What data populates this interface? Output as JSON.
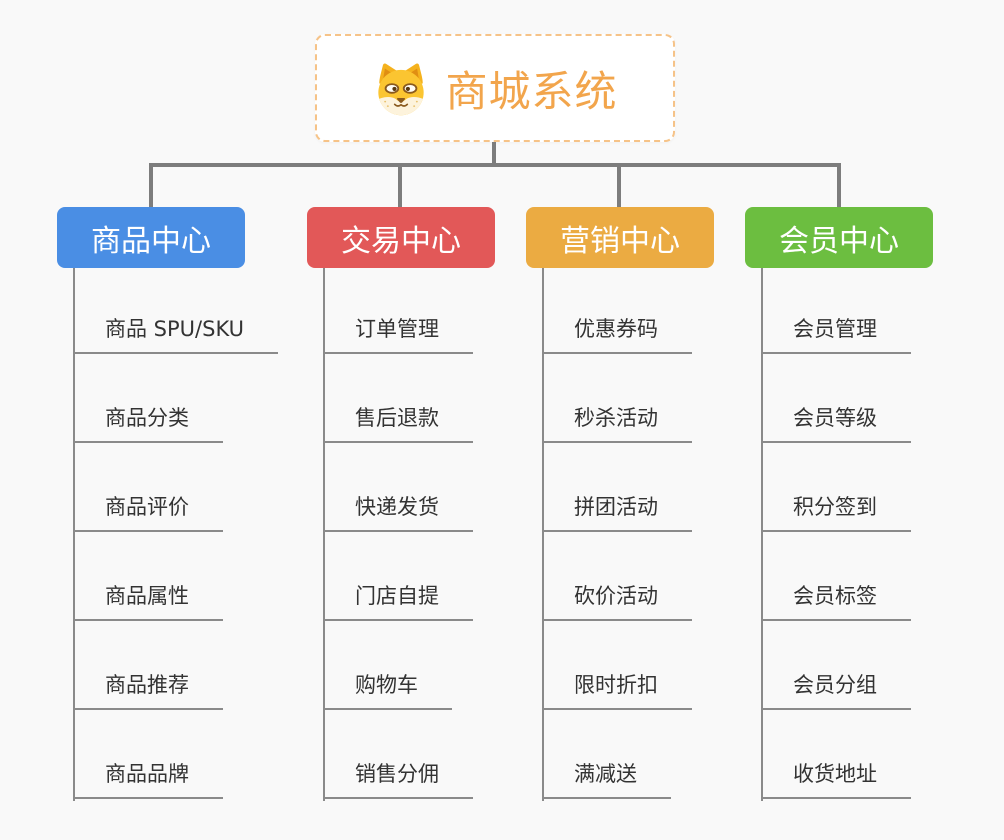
{
  "root": {
    "title": "商城系统",
    "icon": "dog-face-icon",
    "title_color": "#F2A54C",
    "border_color": "#F6C388"
  },
  "colors": {
    "background": "#F9F9F9",
    "connector": "#7D7D7D",
    "leaf_line": "#8A8A8A",
    "text": "#333333"
  },
  "columns": [
    {
      "id": "product-center",
      "label": "商品中心",
      "color": "#4A8EE4",
      "items": [
        "商品 SPU/SKU",
        "商品分类",
        "商品评价",
        "商品属性",
        "商品推荐",
        "商品品牌"
      ]
    },
    {
      "id": "trade-center",
      "label": "交易中心",
      "color": "#E25858",
      "items": [
        "订单管理",
        "售后退款",
        "快递发货",
        "门店自提",
        "购物车",
        "销售分佣"
      ]
    },
    {
      "id": "marketing-center",
      "label": "营销中心",
      "color": "#EBAB42",
      "items": [
        "优惠券码",
        "秒杀活动",
        "拼团活动",
        "砍价活动",
        "限时折扣",
        "满减送"
      ]
    },
    {
      "id": "member-center",
      "label": "会员中心",
      "color": "#6CBE40",
      "items": [
        "会员管理",
        "会员等级",
        "积分签到",
        "会员标签",
        "会员分组",
        "收货地址"
      ]
    }
  ]
}
